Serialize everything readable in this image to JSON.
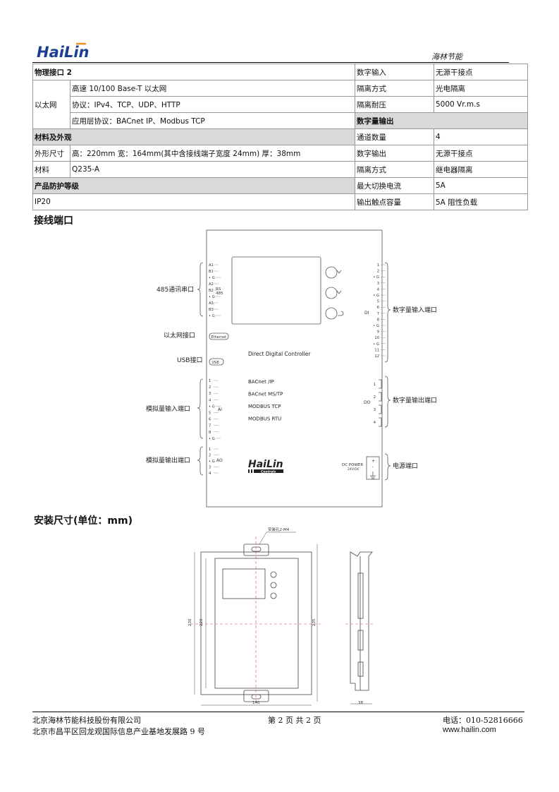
{
  "header": {
    "logo_text": "HaiLin",
    "company_cn": "海林节能"
  },
  "spec_table": {
    "r1": {
      "c1": "物理接口 2",
      "c3": "数字输入",
      "c4": "无源干接点"
    },
    "r2": {
      "c1": "以太网",
      "c2": "高速 10/100 Base-T 以太网",
      "c3": "隔离方式",
      "c4": "光电隔离"
    },
    "r3": {
      "c2": "协议：IPv4、TCP、UDP、HTTP",
      "c3": "隔离耐压",
      "c4": "5000 Vr.m.s"
    },
    "r4": {
      "c2": "应用层协议：BACnet IP、Modbus TCP",
      "c3": "数字量输出"
    },
    "r5": {
      "c1": "材料及外观",
      "c3": "通道数量",
      "c4": "4"
    },
    "r6": {
      "c1": "外形尺寸",
      "c2": "高：220mm 宽：164mm(其中含接线端子宽度 24mm) 厚：38mm",
      "c3": "数字输出",
      "c4": "无源干接点"
    },
    "r7": {
      "c1": "材料",
      "c2": "Q235-A",
      "c3": "隔离方式",
      "c4": "继电器隔离"
    },
    "r8": {
      "c1": "产品防护等级",
      "c3": "最大切换电流",
      "c4": "5A"
    },
    "r9": {
      "c1": "IP20",
      "c3": "输出触点容量",
      "c4": "5A 阻性负载"
    }
  },
  "sections": {
    "wiring": "接线端口",
    "install": "安装尺寸(单位：mm)"
  },
  "wiring_diagram": {
    "callouts": {
      "rs485": "485通讯串口",
      "ethernet": "以太网接口",
      "usb": "USB接口",
      "ai": "模拟量输入端口",
      "ao": "模拟量输出端口",
      "di": "数字量输入端口",
      "do": "数字量输出端口",
      "power": "电源端口"
    },
    "rs485_pins": [
      "A1",
      "B1",
      "G",
      "A2",
      "B2",
      "G",
      "A3",
      "B3",
      "G"
    ],
    "rs485_label_1": "RS",
    "rs485_label_2": "485",
    "ethernet_port": "Ethernet",
    "usb_port": "USB",
    "ai_pins": [
      "1",
      "2",
      "3",
      "4",
      "G",
      "5",
      "6",
      "7",
      "8",
      "G"
    ],
    "ai_label": "AI",
    "ao_pins": [
      "1",
      "2",
      "G",
      "3",
      "4"
    ],
    "ao_label": "AO",
    "di_pins": [
      "1",
      "2",
      "G",
      "3",
      "4",
      "G",
      "5",
      "6",
      "7",
      "8",
      "G",
      "9",
      "10",
      "G",
      "11",
      "12"
    ],
    "di_label": "DI",
    "do_pins": [
      "1",
      "2",
      "3",
      "4"
    ],
    "do_label": "DO",
    "controller_title": "Direct Digital Controller",
    "protocols": [
      "BACnet /IP",
      "BACnet MS/TP",
      "MODBUS TCP",
      "MODBUS RTU"
    ],
    "device_logo": "HaiLin",
    "device_logo_sub": "Controls",
    "power_label": "DC POWER",
    "power_voltage": "24V/DC",
    "power_plus": "+",
    "power_minus": "-"
  },
  "install_diagram": {
    "hole_label": "安装孔2-M4",
    "dim_height_outer": "230",
    "dim_height_inner": "220",
    "dim_height_right": "235",
    "dim_width": "140",
    "dim_depth": "38"
  },
  "footer": {
    "company": "北京海林节能科技股份有限公司",
    "address": "北京市昌平区回龙观国际信息产业基地发展路 9 号",
    "page": "第 2 页  共 2 页",
    "phone": "电话：010-52816666",
    "website": "www.hailin.com"
  }
}
